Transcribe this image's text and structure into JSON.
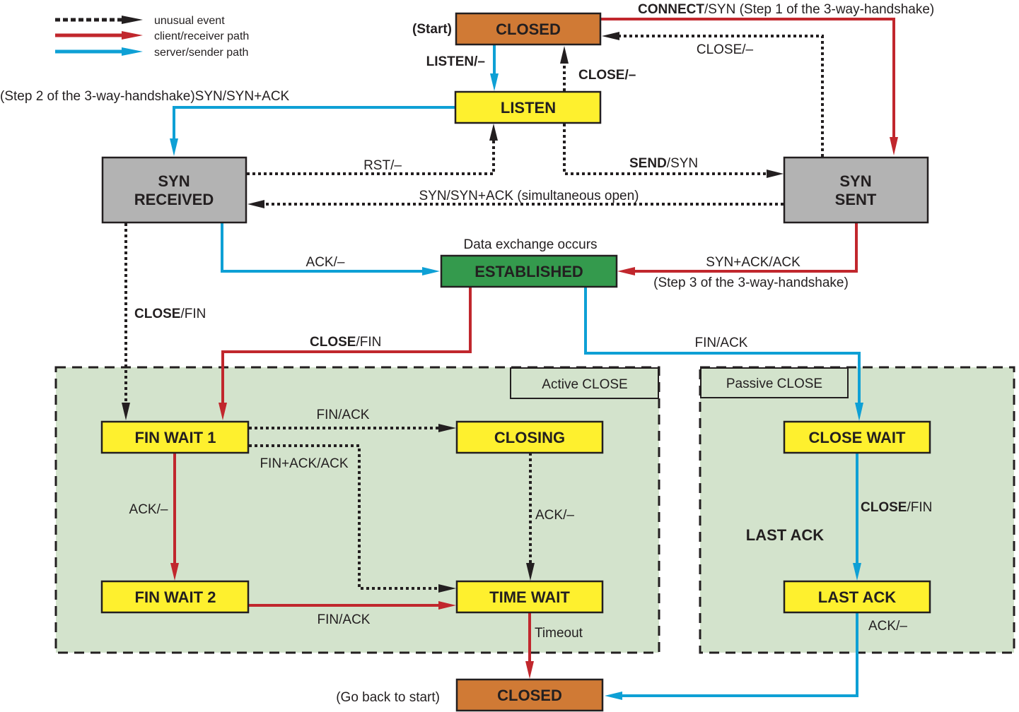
{
  "diagram": {
    "title": "TCP connection state diagram",
    "colors": {
      "closed_fill": "#d07a35",
      "normal_fill": "#fef02e",
      "handshake_fill": "#b3b3b3",
      "established_fill": "#349a4d",
      "group_fill": "#d3e3cc",
      "client_path": "#c1272d",
      "server_path": "#0ea0d5",
      "unusual": "#231f20"
    },
    "legend": [
      {
        "style": "dotted-black",
        "label": "unusual event"
      },
      {
        "style": "solid-red",
        "label": "client/receiver path"
      },
      {
        "style": "solid-blue",
        "label": "server/sender path"
      }
    ],
    "groups": {
      "active": {
        "label": "Active CLOSE"
      },
      "passive": {
        "label": "Passive CLOSE",
        "inner_label": "LAST ACK"
      }
    },
    "states": {
      "closed_top": {
        "label": "CLOSED",
        "note": "(Start)"
      },
      "listen": {
        "label": "LISTEN"
      },
      "syn_received": {
        "line1": "SYN",
        "line2": "RECEIVED"
      },
      "syn_sent": {
        "line1": "SYN",
        "line2": "SENT"
      },
      "established": {
        "label": "ESTABLISHED",
        "note": "Data exchange occurs"
      },
      "fin_wait_1": {
        "label": "FIN WAIT 1"
      },
      "fin_wait_2": {
        "label": "FIN WAIT 2"
      },
      "closing": {
        "label": "CLOSING"
      },
      "time_wait": {
        "label": "TIME WAIT"
      },
      "close_wait": {
        "label": "CLOSE WAIT"
      },
      "last_ack": {
        "label": "LAST ACK"
      },
      "closed_bottom": {
        "label": "CLOSED",
        "note": "(Go back to start)"
      }
    },
    "transitions": {
      "connect": {
        "event": "CONNECT",
        "rest": "/SYN (Step 1 of the 3-way-handshake)"
      },
      "syn_sent_close": {
        "text": "CLOSE/–"
      },
      "listen": {
        "text": "LISTEN/–"
      },
      "listen_close": {
        "text": "CLOSE/–"
      },
      "syn_synack": {
        "text": "(Step 2 of the 3-way-handshake)SYN/SYN+ACK"
      },
      "rst": {
        "text": "RST/–"
      },
      "send": {
        "event": "SEND",
        "rest": "/SYN"
      },
      "simultaneous": {
        "text": "SYN/SYN+ACK (simultaneous open)"
      },
      "ack_established": {
        "text": "ACK/–"
      },
      "synack_ack": {
        "text": "SYN+ACK/ACK"
      },
      "step3": {
        "text": "(Step 3 of the 3-way-handshake)"
      },
      "synrcvd_close": {
        "event": "CLOSE",
        "rest": "/FIN"
      },
      "est_close": {
        "event": "CLOSE",
        "rest": "/FIN"
      },
      "fin_ack_passive": {
        "text": "FIN/ACK"
      },
      "fw1_closing": {
        "text": "FIN/ACK"
      },
      "fw1_timewait": {
        "text": "FIN+ACK/ACK"
      },
      "fw1_fw2": {
        "text": "ACK/–"
      },
      "closing_timewait": {
        "text": "ACK/–"
      },
      "fw2_timewait": {
        "text": "FIN/ACK"
      },
      "timeout": {
        "text": "Timeout"
      },
      "closewait_close": {
        "event": "CLOSE",
        "rest": "/FIN"
      },
      "lastack_ack": {
        "text": "ACK/–"
      }
    }
  }
}
